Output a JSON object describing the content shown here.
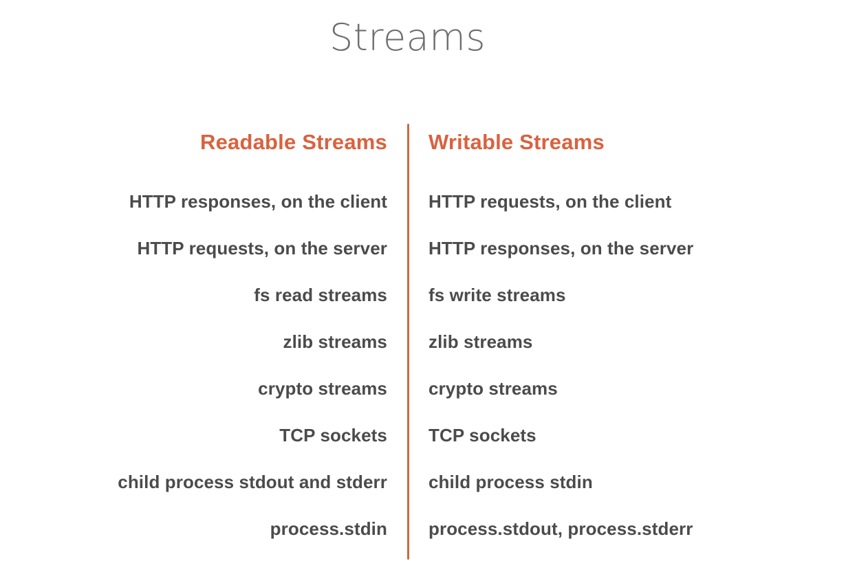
{
  "slide": {
    "title": "Streams",
    "title_color": "#6e6e6e",
    "background_color": "#ffffff",
    "accent_color": "#d9623f",
    "body_text_color": "#4b4b4b"
  },
  "columns": {
    "left": {
      "header": "Readable Streams",
      "items": [
        "HTTP responses, on the client",
        "HTTP requests, on the server",
        "fs read streams",
        "zlib streams",
        "crypto streams",
        "TCP sockets",
        "child process stdout and stderr",
        "process.stdin"
      ]
    },
    "right": {
      "header": "Writable Streams",
      "items": [
        "HTTP requests, on the client",
        "HTTP responses, on the server",
        "fs write streams",
        "zlib streams",
        "crypto streams",
        "TCP sockets",
        "child process stdin",
        "process.stdout, process.stderr"
      ]
    }
  }
}
